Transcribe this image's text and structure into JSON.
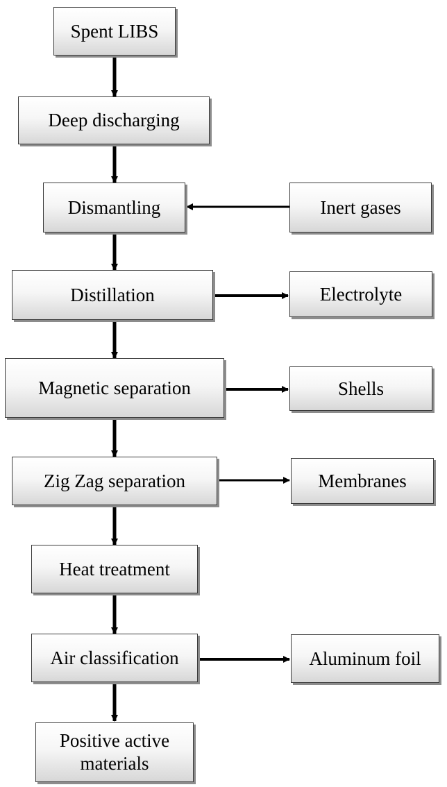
{
  "nodes": {
    "spent_libs": "Spent LIBS",
    "deep_discharging": "Deep discharging",
    "dismantling": "Dismantling",
    "inert_gases": "Inert gases",
    "distillation": "Distillation",
    "electrolyte": "Electrolyte",
    "magnetic_separation": "Magnetic separation",
    "shells": "Shells",
    "zigzag_separation": "Zig Zag separation",
    "membranes": "Membranes",
    "heat_treatment": "Heat treatment",
    "air_classification": "Air classification",
    "aluminum_foil": "Aluminum foil",
    "positive_active_materials_line1": "Positive active",
    "positive_active_materials_line2": "materials"
  },
  "colors": {
    "arrow": "#000000",
    "border": "#3a3a3a",
    "fill_top": "#ffffff",
    "fill_bottom": "#d7d7d7"
  }
}
